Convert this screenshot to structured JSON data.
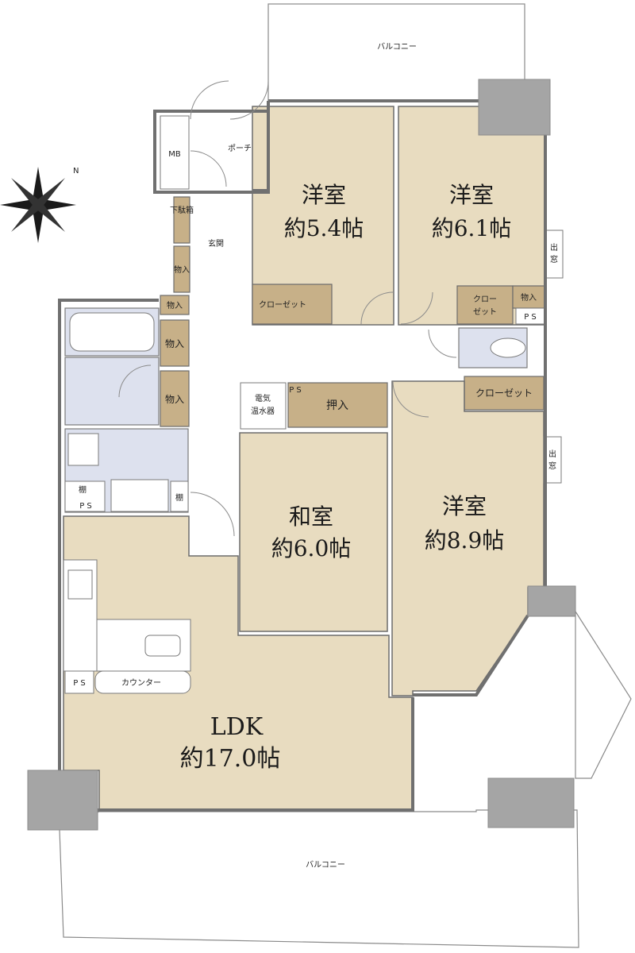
{
  "floor_plan": {
    "balcony_top": "バルコニー",
    "balcony_bottom": "バルコニー",
    "porch": "ポーチ",
    "mb": "MB",
    "genkan": "玄関",
    "getabako": "下駄箱",
    "storage_label": "物入",
    "closet": "クローゼット",
    "closet_small_1": "クロー",
    "closet_small_2": "ゼット",
    "oshiire": "押入",
    "ps": "PS",
    "ps_spaced": "P S",
    "water_heater_1": "電気",
    "water_heater_2": "温水器",
    "shelf": "棚",
    "bay_window_1": "出",
    "bay_window_2": "窓",
    "counter": "カウンター",
    "north": "N",
    "rooms": {
      "western_1_name": "洋室",
      "western_1_size": "約5.4帖",
      "western_2_name": "洋室",
      "western_2_size": "約6.1帖",
      "western_3_name": "洋室",
      "western_3_size": "約8.9帖",
      "japanese_name": "和室",
      "japanese_size": "約6.0帖",
      "ldk_name": "LDK",
      "ldk_size": "約17.0帖"
    }
  }
}
